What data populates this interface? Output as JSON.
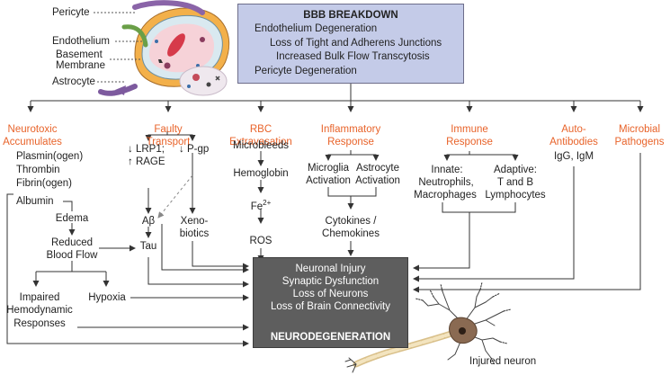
{
  "bbb": {
    "title": "BBB BREAKDOWN",
    "endothelium": "Endothelium Degeneration",
    "junctions": "Loss of Tight and Adherens Junctions",
    "transcytosis": "Increased Bulk Flow Transcytosis",
    "pericyte": "Pericyte Degeneration"
  },
  "vessel_labels": {
    "pericyte": "Pericyte",
    "endothelium": "Endothelium",
    "basement_1": "Basement",
    "basement_2": "Membrane",
    "astrocyte": "Astrocyte"
  },
  "categories": {
    "neurotoxic_1": "Neurotoxic",
    "neurotoxic_2": "Accumulates",
    "faulty_1": "Faulty",
    "faulty_2": "Transport",
    "rbc_1": "RBC",
    "rbc_2": "Extravasation",
    "inflam_1": "Inflammatory",
    "inflam_2": "Response",
    "immune_1": "Immune",
    "immune_2": "Response",
    "auto_1": "Auto-",
    "auto_2": "Antibodies",
    "microbial_1": "Microbial",
    "microbial_2": "Pathogens"
  },
  "neurotoxic": {
    "plasmin": "Plasmin(ogen)",
    "thrombin": "Thrombin",
    "fibrin": "Fibrin(ogen)",
    "albumin": "Albumin",
    "edema": "Edema",
    "reduced_1": "Reduced",
    "reduced_2": "Blood Flow",
    "impaired_1": "Impaired",
    "impaired_2": "Hemodynamic",
    "impaired_3": "Responses",
    "hypoxia": "Hypoxia"
  },
  "transport": {
    "lrp1": "↓ LRP1;",
    "rage": "↑ RAGE",
    "pgp": "↓ P-gp",
    "abeta": "Aβ",
    "tau": "Tau",
    "xeno_1": "Xeno-",
    "xeno_2": "biotics"
  },
  "rbc": {
    "microbleeds": "Microbleeds",
    "hemoglobin": "Hemoglobin",
    "fe": "Fe",
    "fe_sup": "2+",
    "ros": "ROS"
  },
  "inflammation": {
    "microglia_1": "Microglia",
    "microglia_2": "Activation",
    "astrocyte_1": "Astrocyte",
    "astrocyte_2": "Activation",
    "cytokines_1": "Cytokines /",
    "cytokines_2": "Chemokines"
  },
  "immune": {
    "innate_1": "Innate:",
    "innate_2": "Neutrophils,",
    "innate_3": "Macrophages",
    "adaptive_1": "Adaptive:",
    "adaptive_2": "T and B",
    "adaptive_3": "Lymphocytes"
  },
  "antibodies": {
    "text": "IgG, IgM"
  },
  "outcome": {
    "injury": "Neuronal Injury",
    "synaptic": "Synaptic Dysfunction",
    "loss_neurons": "Loss of Neurons",
    "connectivity": "Loss of Brain Connectivity",
    "neurodegeneration": "NEURODEGENERATION"
  },
  "neuron_label": "Injured neuron",
  "colors": {
    "category": "#e8632a",
    "bbb_fill": "#c4cbe8",
    "outcome_fill": "#5e5e5e",
    "arrow": "#333333"
  }
}
